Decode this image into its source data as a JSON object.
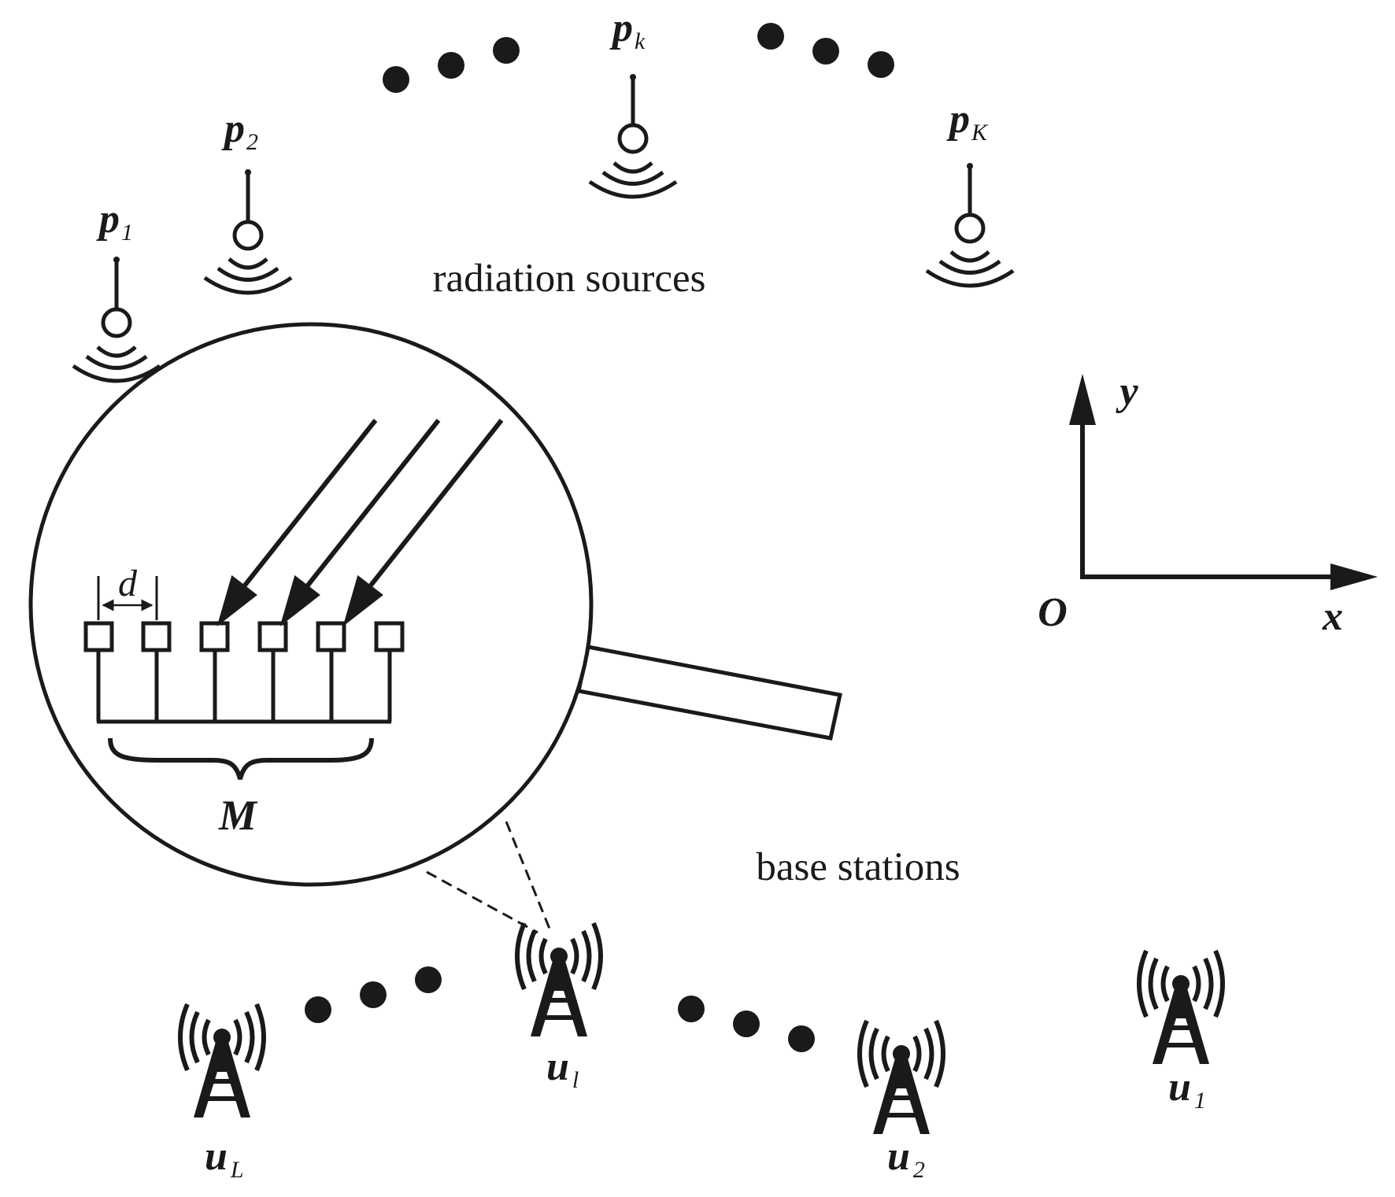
{
  "sources": {
    "caption": "radiation sources",
    "items": [
      {
        "id": "p1",
        "main": "p",
        "sub": "1"
      },
      {
        "id": "p2",
        "main": "p",
        "sub": "2"
      },
      {
        "id": "pk",
        "main": "p",
        "sub": "k"
      },
      {
        "id": "pK",
        "main": "p",
        "sub": "K"
      }
    ]
  },
  "stations": {
    "caption": "base stations",
    "items": [
      {
        "id": "uL",
        "main": "u",
        "sub": "L"
      },
      {
        "id": "ul",
        "main": "u",
        "sub": "l"
      },
      {
        "id": "u2",
        "main": "u",
        "sub": "2"
      },
      {
        "id": "u1",
        "main": "u",
        "sub": "1"
      }
    ]
  },
  "array": {
    "spacing_label": "d",
    "element_count_label": "M"
  },
  "axes": {
    "origin_label": "O",
    "x_label": "x",
    "y_label": "y"
  },
  "icons": {
    "source": "radiating-antenna-icon",
    "station": "cell-tower-icon",
    "array": "magnifier-icon"
  },
  "colors": {
    "ink": "#1a1a1a",
    "background": "#ffffff"
  }
}
